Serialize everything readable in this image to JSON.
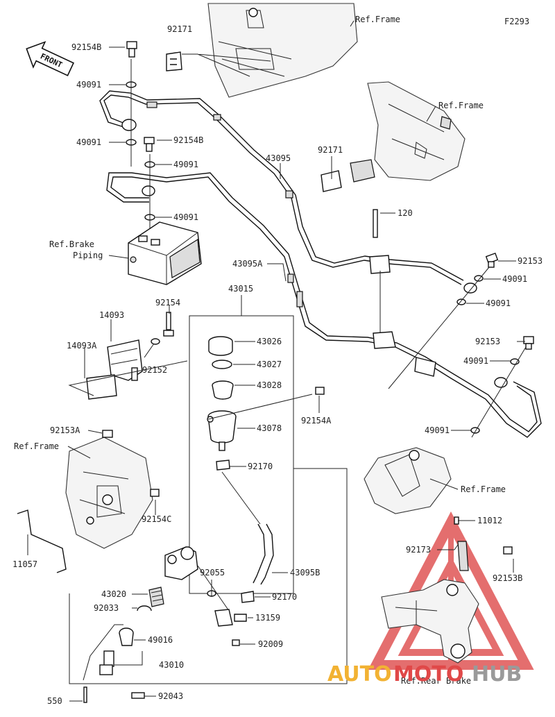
{
  "diagram_code": "F2293",
  "front_label": "FRONT",
  "refs": {
    "frame_top": "Ref.Frame",
    "frame_right": "Ref.Frame",
    "frame_left": "Ref.Frame",
    "frame_lower": "Ref.Frame",
    "brake_piping": "Ref.Brake",
    "brake_piping_2": "Piping",
    "rear_brake": "Ref.Rear Brake"
  },
  "parts": {
    "p92154B_top": "92154B",
    "p49091_a": "49091",
    "p49091_b": "49091",
    "p92154B_mid": "92154B",
    "p49091_c": "49091",
    "p49091_d": "49091",
    "p92171_top": "92171",
    "p92171_right": "92171",
    "p43095": "43095",
    "p120": "120",
    "p92153_a": "92153",
    "p49091_e": "49091",
    "p49091_f": "49091",
    "p43095A": "43095A",
    "p43015": "43015",
    "p92154": "92154",
    "p14093": "14093",
    "p14093A": "14093A",
    "p92152": "92152",
    "p43026": "43026",
    "p43027": "43027",
    "p43028": "43028",
    "p92154A": "92154A",
    "p43078": "43078",
    "p92153_b": "92153",
    "p49091_g": "49091",
    "p49091_h": "49091",
    "p92153A": "92153A",
    "p92170_a": "92170",
    "p92154C": "92154C",
    "p11057": "11057",
    "p11012": "11012",
    "p92173": "92173",
    "p92153B": "92153B",
    "p92055": "92055",
    "p43095B": "43095B",
    "p43020": "43020",
    "p92170_b": "92170",
    "p92033": "92033",
    "p13159": "13159",
    "p49016": "49016",
    "p92009": "92009",
    "p43010": "43010",
    "p550": "550",
    "p92043": "92043"
  },
  "watermark": {
    "part1": "AUTO",
    "part2": "MOTO",
    "part3": "HUB",
    "colors": {
      "auto": "#f2b233",
      "moto": "#e04848",
      "hub": "#9a9a9a",
      "triangle": "#e05555"
    }
  }
}
